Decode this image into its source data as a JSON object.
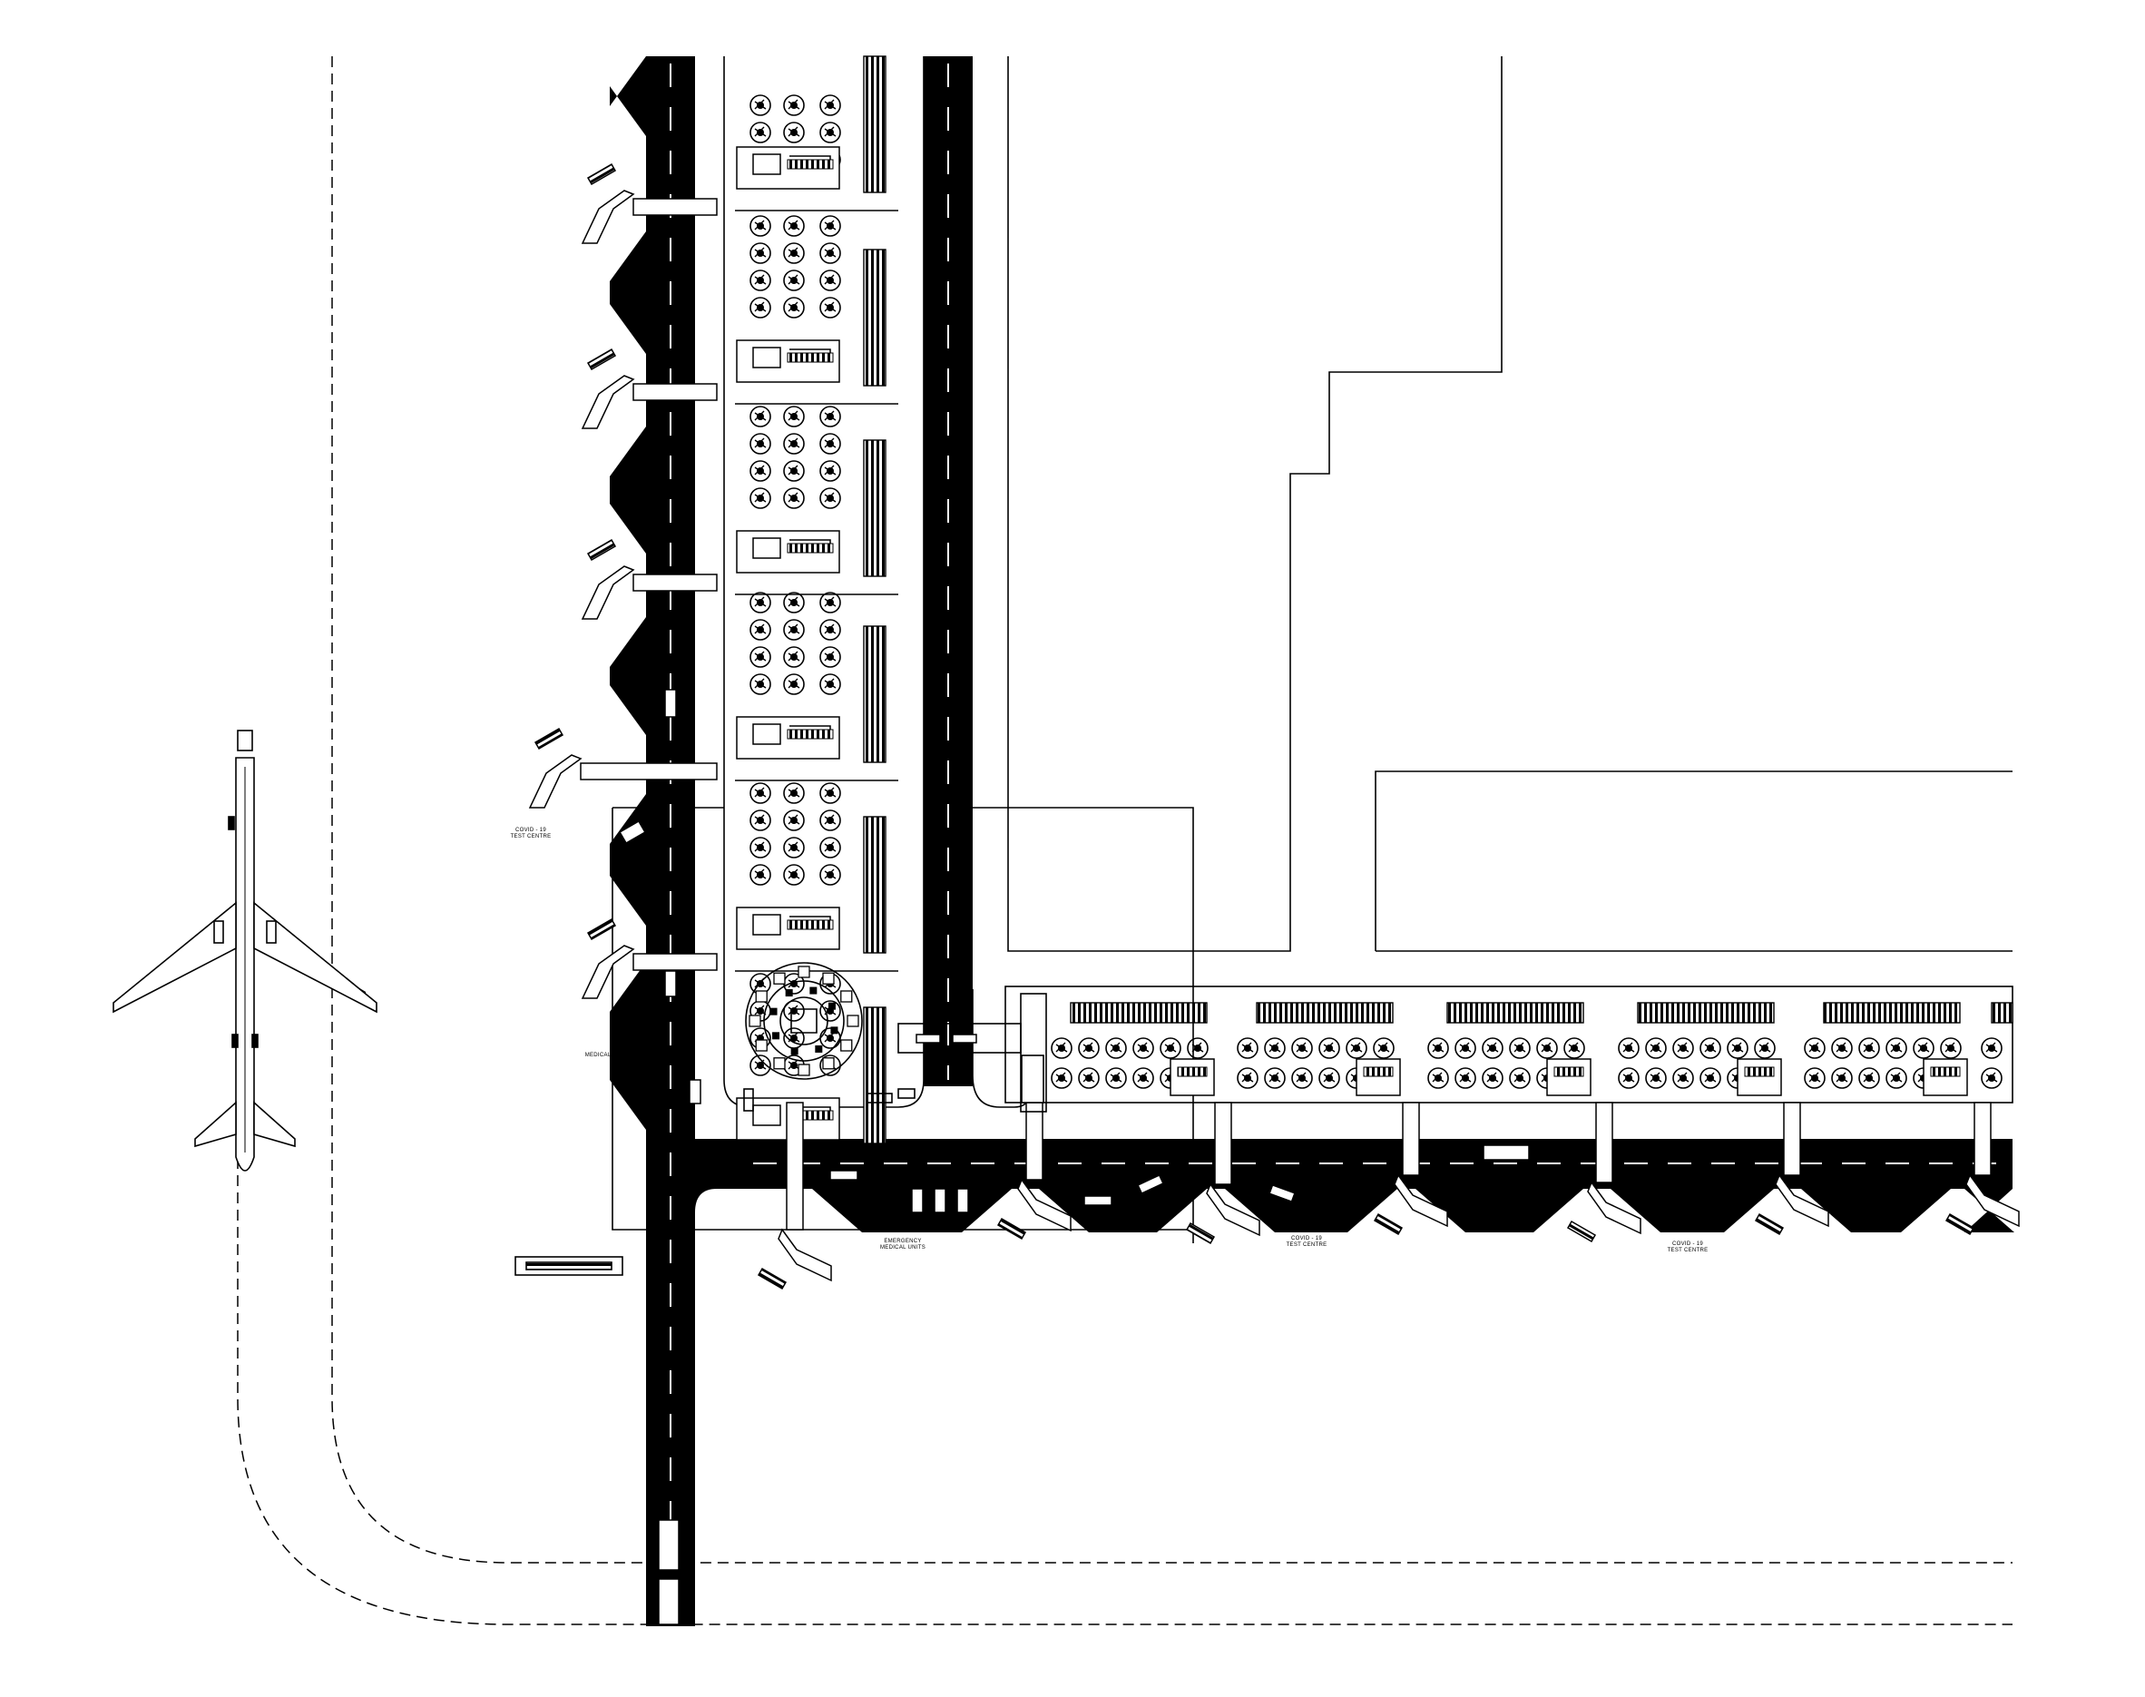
{
  "drawing": {
    "colors": {
      "ink": "#000000",
      "paper": "#ffffff"
    },
    "labels": {
      "covid_test_centre": "COVID - 19\nTEST CENTRE",
      "medical_staff": "MEDICAL STAFF",
      "emergency_medical_units": "EMERGENCY\nMEDICAL UNITS"
    }
  }
}
